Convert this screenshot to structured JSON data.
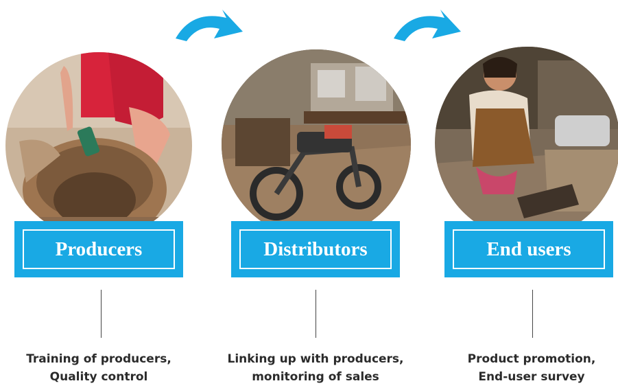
{
  "accent_color": "#19a9e4",
  "stages": [
    {
      "label": "Producers",
      "photo_icon": "producer-photo",
      "caption_line1": "Training of producers,",
      "caption_line2": "Quality control"
    },
    {
      "label": "Distributors",
      "photo_icon": "distributor-photo",
      "caption_line1": "Linking up with producers,",
      "caption_line2": "monitoring of sales"
    },
    {
      "label": "End users",
      "photo_icon": "end-user-photo",
      "caption_line1": "Product promotion,",
      "caption_line2": "End-user survey"
    }
  ],
  "arrows": [
    "curved-arrow-right-icon",
    "curved-arrow-right-icon"
  ]
}
